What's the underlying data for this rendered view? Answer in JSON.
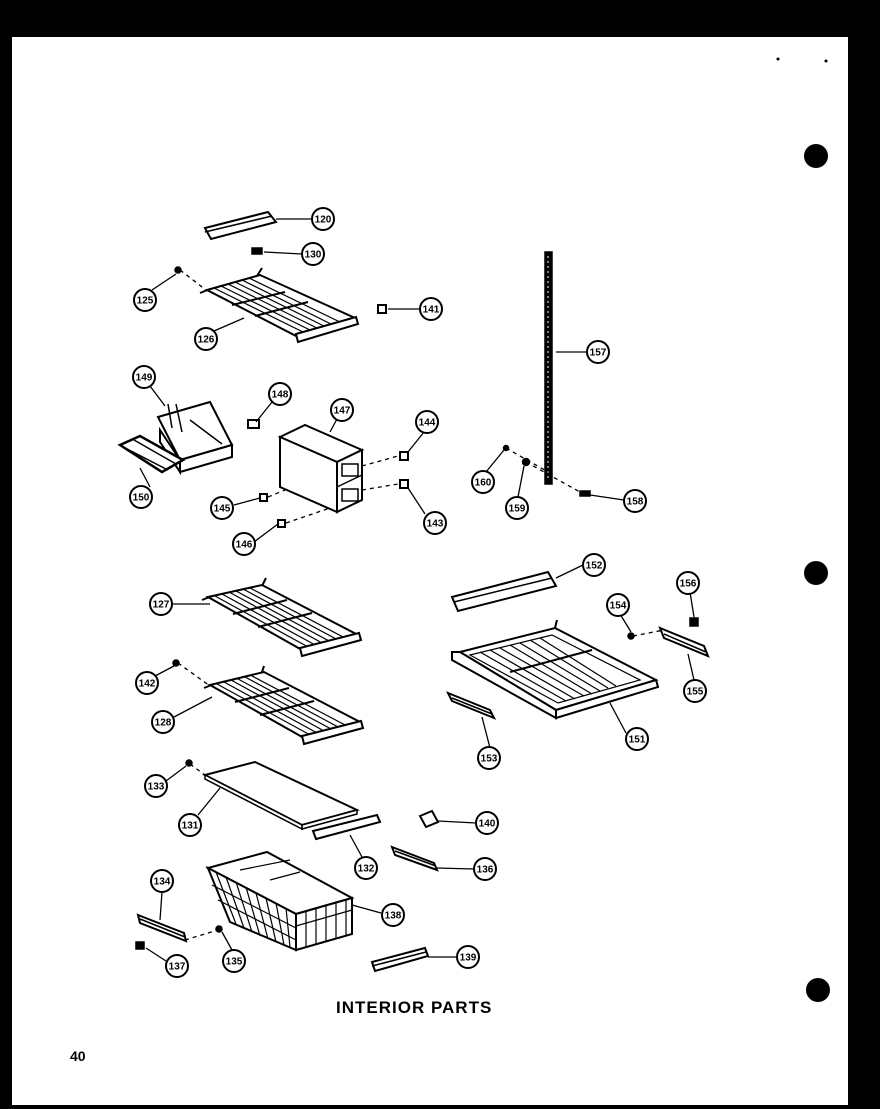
{
  "title": "INTERIOR PARTS",
  "page_number": "40",
  "callouts": {
    "c120": "120",
    "c130": "130",
    "c125": "125",
    "c126": "126",
    "c141": "141",
    "c149": "149",
    "c148": "148",
    "c147": "147",
    "c144": "144",
    "c150": "150",
    "c145": "145",
    "c143": "143",
    "c146": "146",
    "c157": "157",
    "c160": "160",
    "c159": "159",
    "c158": "158",
    "c127": "127",
    "c152": "152",
    "c154": "154",
    "c156": "156",
    "c142": "142",
    "c128": "128",
    "c155": "155",
    "c151": "151",
    "c153": "153",
    "c133": "133",
    "c131": "131",
    "c140": "140",
    "c132": "132",
    "c136": "136",
    "c134": "134",
    "c138": "138",
    "c137": "137",
    "c135": "135",
    "c139": "139"
  },
  "colors": {
    "ink": "#000000",
    "paper": "#ffffff",
    "background": "#000000"
  }
}
